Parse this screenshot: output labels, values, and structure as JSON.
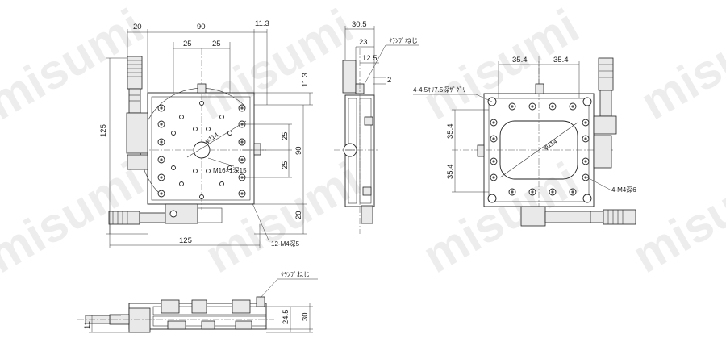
{
  "watermark": "misumi",
  "top_view": {
    "dims": {
      "d20_top": "20",
      "d90_top": "90",
      "d11_3_top": "11.3",
      "d25_a": "25",
      "d25_b": "25",
      "d125_left": "125",
      "d11_3_right": "11.3",
      "d25_right_a": "25",
      "d90_right": "90",
      "d25_right_b": "25",
      "d20_right": "20",
      "d125_bottom": "125",
      "phi114": "φ114",
      "m16": "M16×1深15",
      "m4_12": "12-M4深5"
    }
  },
  "side_view": {
    "dims": {
      "d30_5": "30.5",
      "d23": "23",
      "d12_5": "12.5",
      "d2": "2",
      "clamp_label": "ｸﾗﾝﾌﾟねじ"
    }
  },
  "bottom_view": {
    "dims": {
      "d35_4_top_a": "35.4",
      "d35_4_top_b": "35.4",
      "d35_4_left_a": "35.4",
      "d35_4_left_b": "35.4",
      "phi114": "φ114",
      "holes_label": "4-4.5ｷﾘ7.5深ｻﾞｸﾞﾘ",
      "m4_label": "4-M4深6"
    }
  },
  "front_view": {
    "dims": {
      "d11": "11",
      "d24_5": "24.5",
      "d30": "30",
      "clamp_label": "ｸﾗﾝﾌﾟねじ"
    }
  }
}
